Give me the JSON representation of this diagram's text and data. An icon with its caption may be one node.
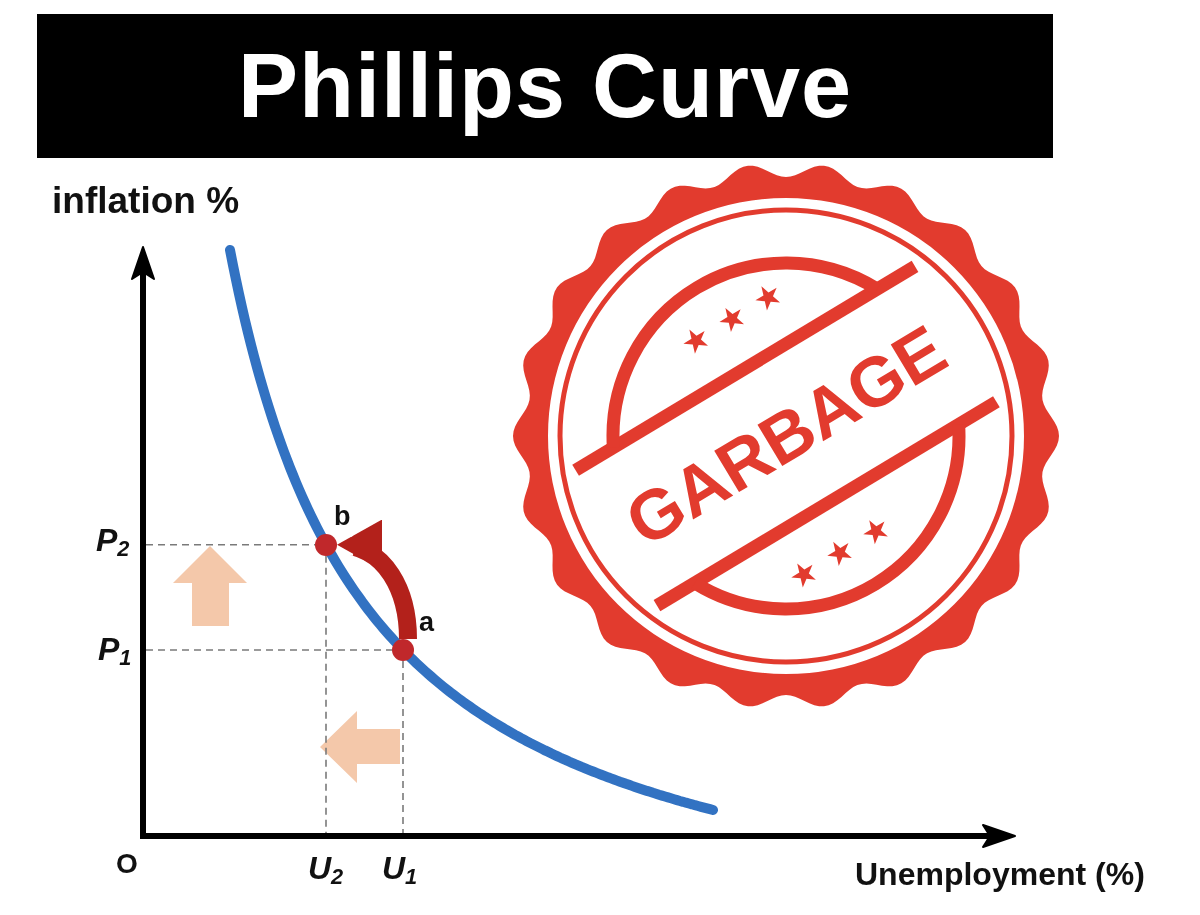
{
  "diagram": {
    "title": "Phillips Curve",
    "nodes": [
      {
        "text": [],
        "shape": "circle",
        "beside": [
          "b"
        ]
      },
      {
        "text": [],
        "shape": "circle",
        "beside": [
          "a"
        ]
      },
      {
        "text": [
          "GARBAGE"
        ]
      }
    ],
    "edges": [
      {
        "from": 1,
        "to": 0,
        "arrow": "to",
        "color": "#b3211b"
      }
    ],
    "labels": [
      "inflation %",
      "P$_{2}$",
      "P$_{1}$",
      "O",
      "U$_{2}$",
      "U$_{1}$",
      "Unemployment (%)"
    ]
  }
}
